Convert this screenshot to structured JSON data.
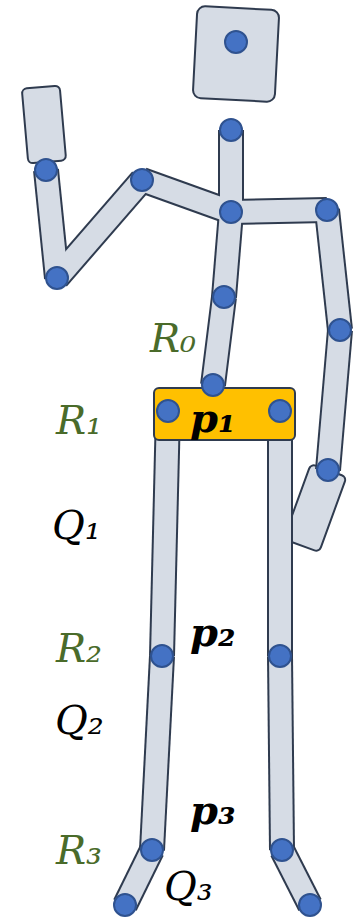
{
  "diagram": {
    "labels": [
      "R₀",
      "R₁",
      "p₁",
      "Q₁",
      "p₂",
      "R₂",
      "Q₂",
      "p₃",
      "R₃",
      "Q₃"
    ]
  }
}
